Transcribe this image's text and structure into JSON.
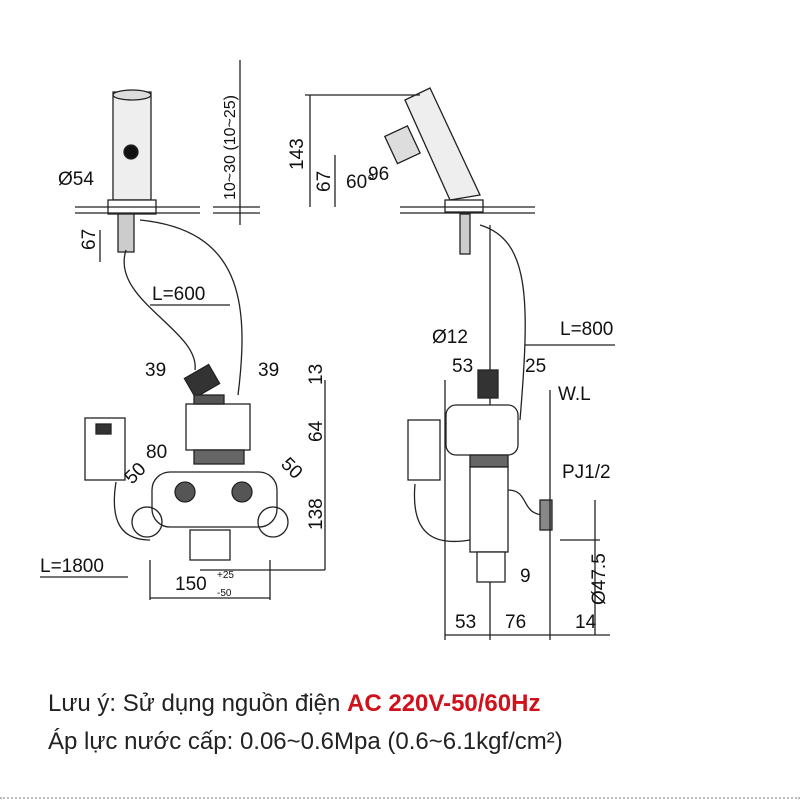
{
  "labels": {
    "d54": "Ø54",
    "h67_left": "67",
    "range": "10~30 (10~25)",
    "l600": "L=600",
    "w39_left": "39",
    "w39_right": "39",
    "h13": "13",
    "h64": "64",
    "w80": "80",
    "a50_left": "50",
    "a50_right": "50",
    "h138": "138",
    "l1800": "L=1800",
    "w150": "150",
    "tol_plus": "+25",
    "tol_minus": "-50",
    "h143": "143",
    "h67_right": "67",
    "angle60": "60°",
    "w96": "96",
    "d12": "Ø12",
    "l800": "L=800",
    "w53_top": "53",
    "w25": "25",
    "wl": "W.L",
    "pj": "PJ1/2",
    "d47": "Ø47.5",
    "w9": "9",
    "w53_bottom": "53",
    "w76": "76",
    "w14": "14"
  },
  "notes": {
    "line1_prefix": "Lưu ý: Sử dụng  nguồn điện ",
    "line1_highlight": "AC 220V-50/60Hz",
    "line2": "Áp lực nước cấp: 0.06~0.6Mpa (0.6~6.1kgf/cm²)"
  },
  "colors": {
    "highlight": "#d0101a",
    "line": "#222222"
  }
}
